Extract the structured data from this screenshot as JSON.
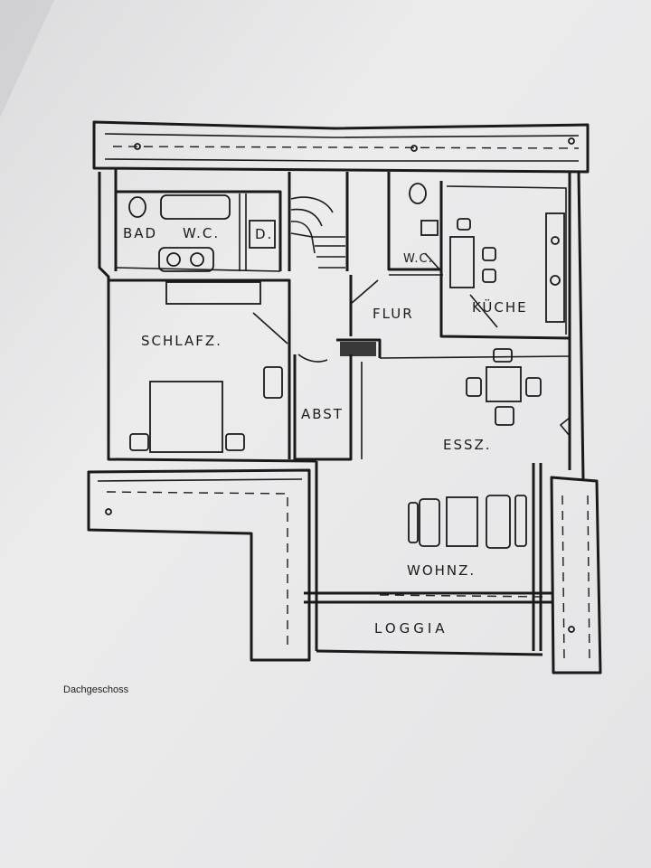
{
  "rooms": {
    "bad": "BAD",
    "wc1": "W.C.",
    "dusche": "D.",
    "wc2": "W.C.",
    "kueche": "KÜCHE",
    "flur": "FLUR",
    "schlafz": "SCHLAFZ.",
    "abst": "ABST",
    "essz": "ESSZ.",
    "wohnz": "WOHNZ.",
    "loggia": "LOGGIA"
  },
  "caption": "Dachgeschoss",
  "colors": {
    "paper": "#e9e9ea",
    "ink": "#1a1a1a"
  }
}
